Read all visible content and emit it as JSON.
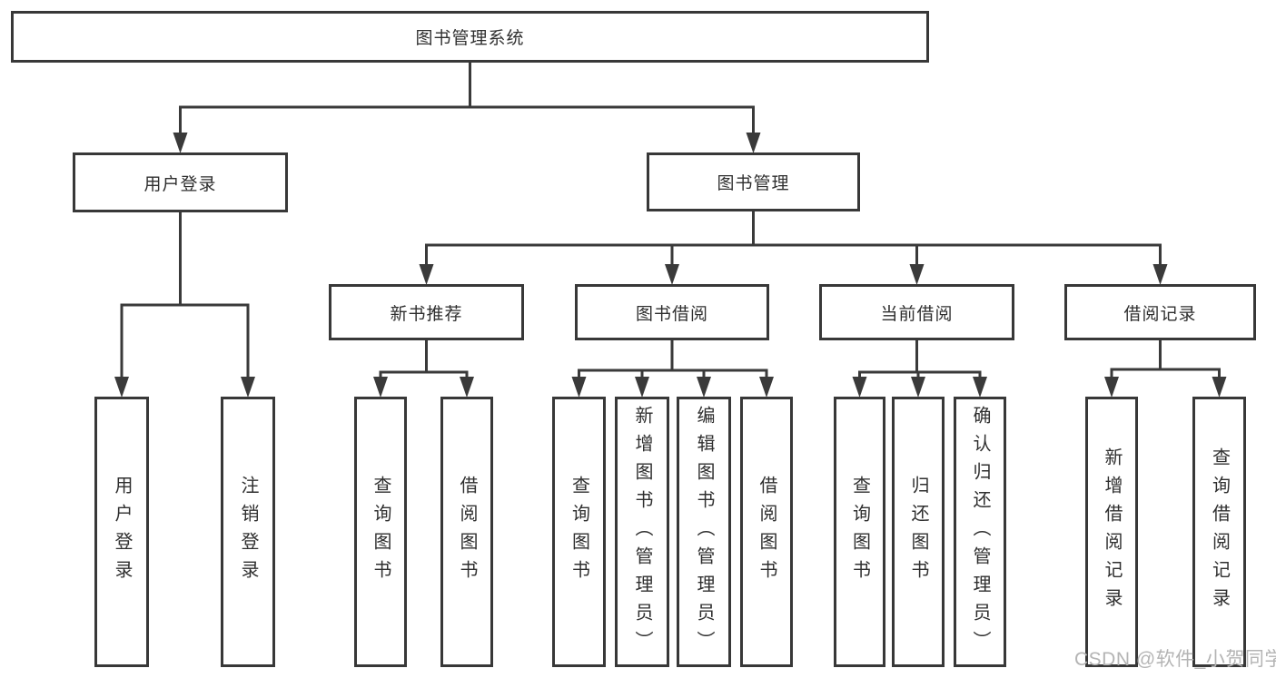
{
  "diagram": {
    "tree": {
      "id": "root",
      "label": "图书管理系统",
      "children": [
        {
          "id": "login",
          "label": "用户登录",
          "children": [
            {
              "id": "login-user",
              "label": "用户登录"
            },
            {
              "id": "login-logout",
              "label": "注销登录"
            }
          ]
        },
        {
          "id": "mgmt",
          "label": "图书管理",
          "children": [
            {
              "id": "rec",
              "label": "新书推荐",
              "children": [
                {
                  "id": "rec-query",
                  "label": "查询图书"
                },
                {
                  "id": "rec-borrow",
                  "label": "借阅图书"
                }
              ]
            },
            {
              "id": "borrow",
              "label": "图书借阅",
              "children": [
                {
                  "id": "borrow-query",
                  "label": "查询图书"
                },
                {
                  "id": "borrow-add",
                  "label": "新增图书（管理员）"
                },
                {
                  "id": "borrow-edit",
                  "label": "编辑图书（管理员）"
                },
                {
                  "id": "borrow-lend",
                  "label": "借阅图书"
                }
              ]
            },
            {
              "id": "current",
              "label": "当前借阅",
              "children": [
                {
                  "id": "cur-query",
                  "label": "查询图书"
                },
                {
                  "id": "cur-return",
                  "label": "归还图书"
                },
                {
                  "id": "cur-confirm",
                  "label": "确认归还（管理员）"
                }
              ]
            },
            {
              "id": "records",
              "label": "借阅记录",
              "children": [
                {
                  "id": "recd-add",
                  "label": "新增借阅记录"
                },
                {
                  "id": "recd-query",
                  "label": "查询借阅记录"
                }
              ]
            }
          ]
        }
      ]
    },
    "colors": {
      "line": "#3a3a3a",
      "box_border": "#383838",
      "text": "#2f2f2f",
      "watermark": "#b4b4b4",
      "background": "#ffffff"
    }
  },
  "watermark": {
    "text": "CSDN @软件_小贺同学"
  }
}
